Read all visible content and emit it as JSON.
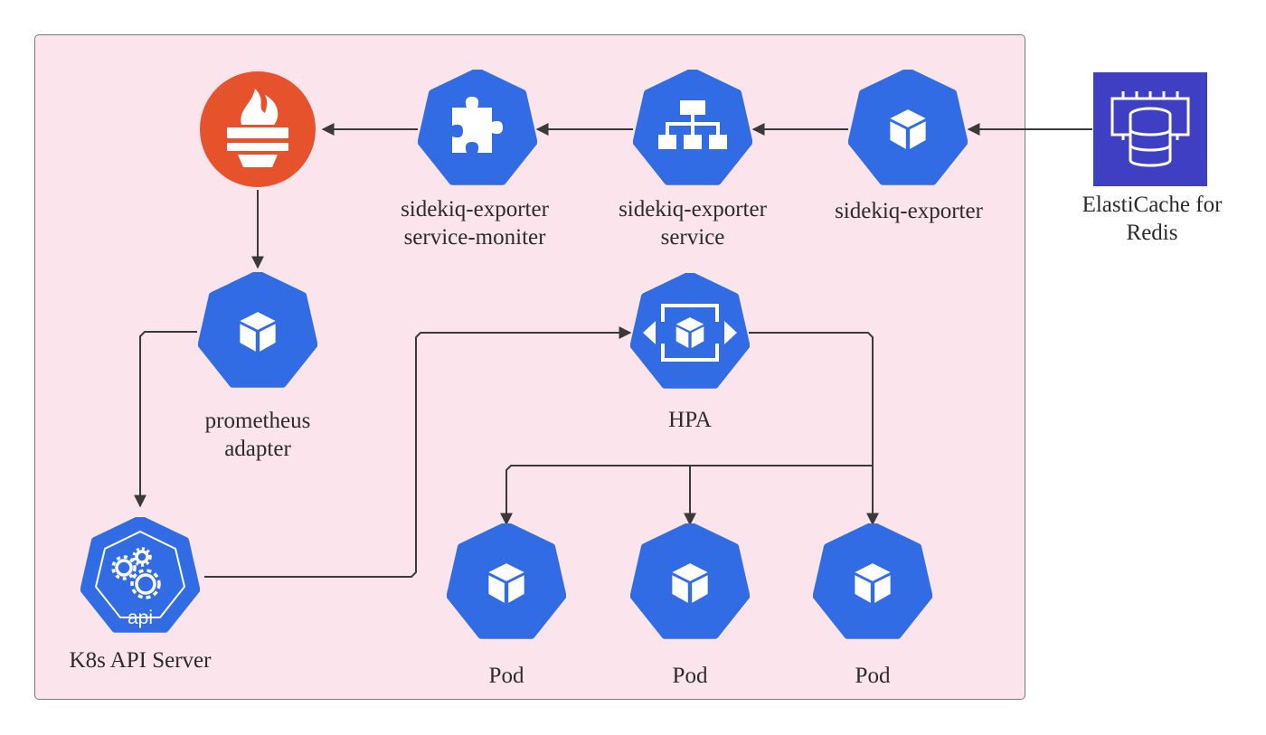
{
  "colors": {
    "cluster_bg": "#fce4ec",
    "cluster_border": "#7a7a7a",
    "k8s_blue": "#326ce5",
    "prometheus_orange": "#e6522c",
    "aws_purple": "#3f3fc4",
    "edge": "#3a3a3a"
  },
  "nodes": {
    "prometheus": {
      "icon": "prometheus-torch-icon"
    },
    "service_monitor": {
      "line1": "sidekiq-exporter",
      "line2": "service-moniter",
      "icon": "puzzle-icon"
    },
    "exporter_service": {
      "line1": "sidekiq-exporter",
      "line2": "service",
      "icon": "service-network-icon"
    },
    "exporter_pod": {
      "line1": "sidekiq-exporter",
      "icon": "cube-icon"
    },
    "elasticache": {
      "line1": "ElastiCache for",
      "line2": "Redis",
      "icon": "elasticache-icon"
    },
    "prometheus_adapter": {
      "line1": "prometheus",
      "line2": "adapter",
      "icon": "cube-icon"
    },
    "hpa": {
      "line1": "HPA",
      "icon": "hpa-scale-icon"
    },
    "api_server": {
      "line1": "K8s API Server",
      "badge": "api",
      "icon": "gears-icon"
    },
    "pods": [
      {
        "label": "Pod",
        "icon": "cube-icon"
      },
      {
        "label": "Pod",
        "icon": "cube-icon"
      },
      {
        "label": "Pod",
        "icon": "cube-icon"
      }
    ]
  }
}
